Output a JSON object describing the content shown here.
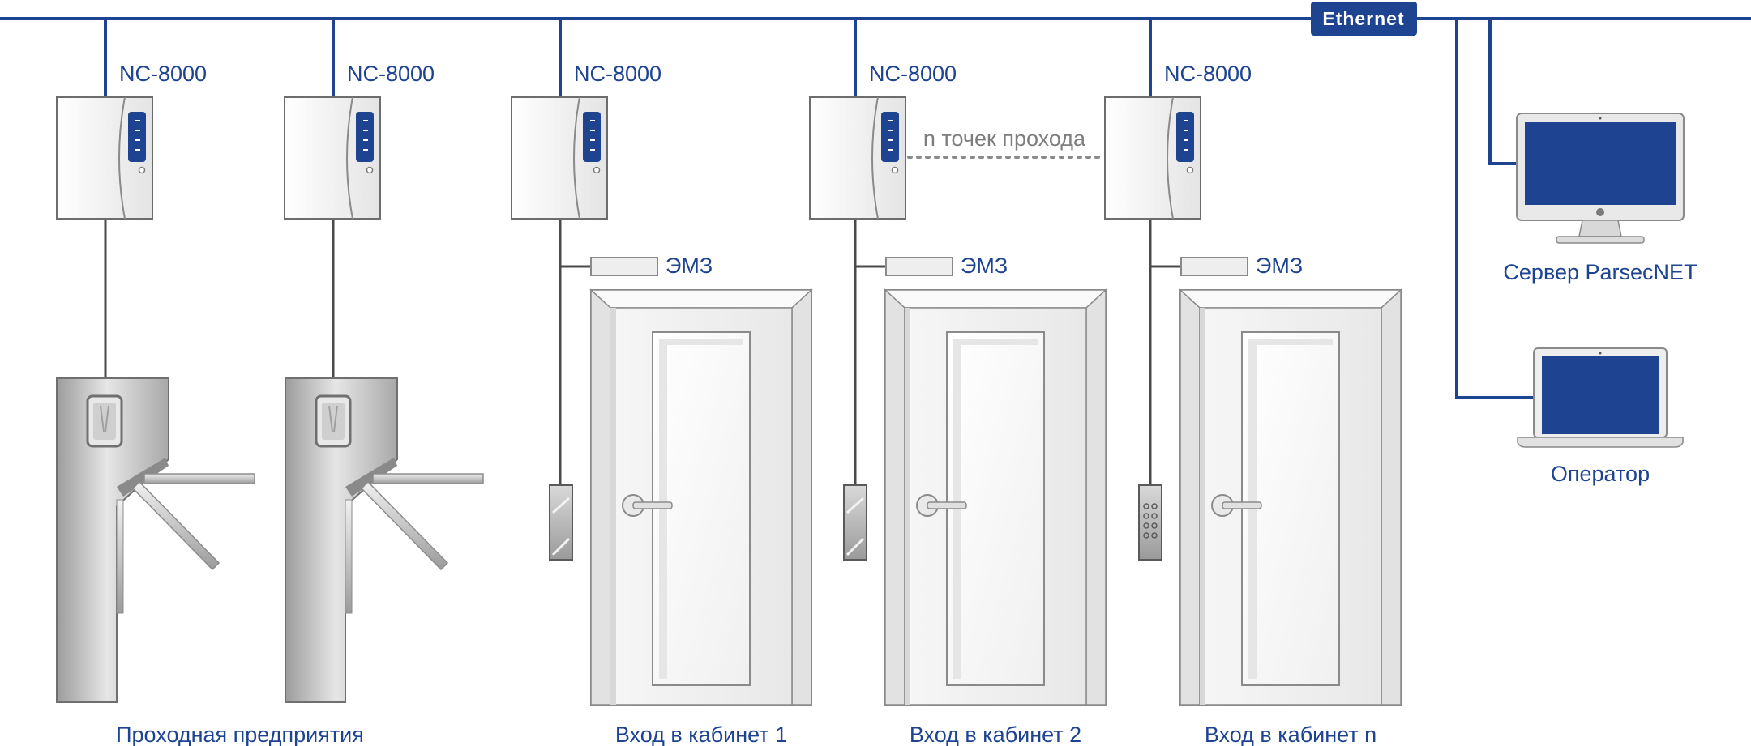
{
  "network": {
    "label": "Ethernet"
  },
  "controllers": [
    {
      "label": "NC-8000"
    },
    {
      "label": "NC-8000"
    },
    {
      "label": "NC-8000"
    },
    {
      "label": "NC-8000"
    },
    {
      "label": "NC-8000"
    }
  ],
  "locks": [
    {
      "label": "ЭМЗ"
    },
    {
      "label": "ЭМЗ"
    },
    {
      "label": "ЭМЗ"
    }
  ],
  "n_points": {
    "label": "n точек прохода"
  },
  "entrances": {
    "turnstile_group": "Проходная предприятия",
    "door_1": "Вход в кабинет 1",
    "door_2": "Вход в кабинет 2",
    "door_n": "Вход в кабинет n"
  },
  "computers": {
    "server": "Сервер ParsecNET",
    "operator": "Оператор"
  },
  "colors": {
    "network_blue": "#1d4391",
    "wire_gray": "#4a4a4a",
    "panel_blue": "#1d4391"
  }
}
